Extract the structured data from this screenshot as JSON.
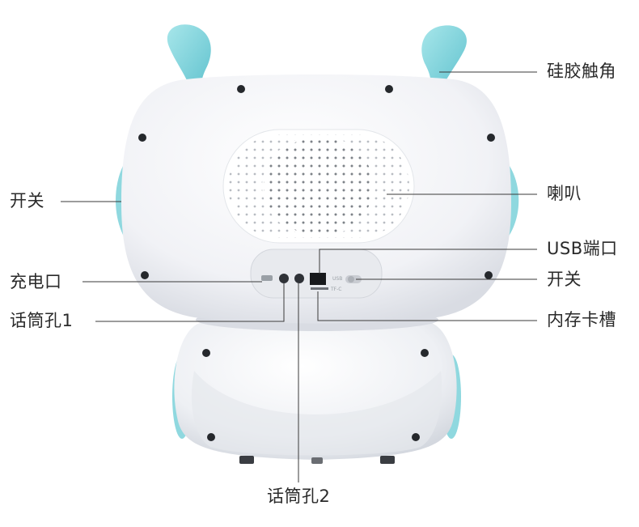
{
  "labels": {
    "antenna": "硅胶触角",
    "switch_left": "开关",
    "speaker": "喇叭",
    "usb_port": "USB端口",
    "switch_right": "开关",
    "charge_port": "充电口",
    "mic_jack_1": "话筒孔1",
    "memory_slot": "内存卡槽",
    "mic_jack_2": "话筒孔2"
  },
  "panel_text": {
    "usb": "USB",
    "tf": "TF-C"
  },
  "colors": {
    "accent": "#7fd4dc",
    "body": "#f4f5f8",
    "shadow": "#dfe2e8",
    "leader_line": "#3a3a3a",
    "label_text": "#2a2a2a"
  }
}
